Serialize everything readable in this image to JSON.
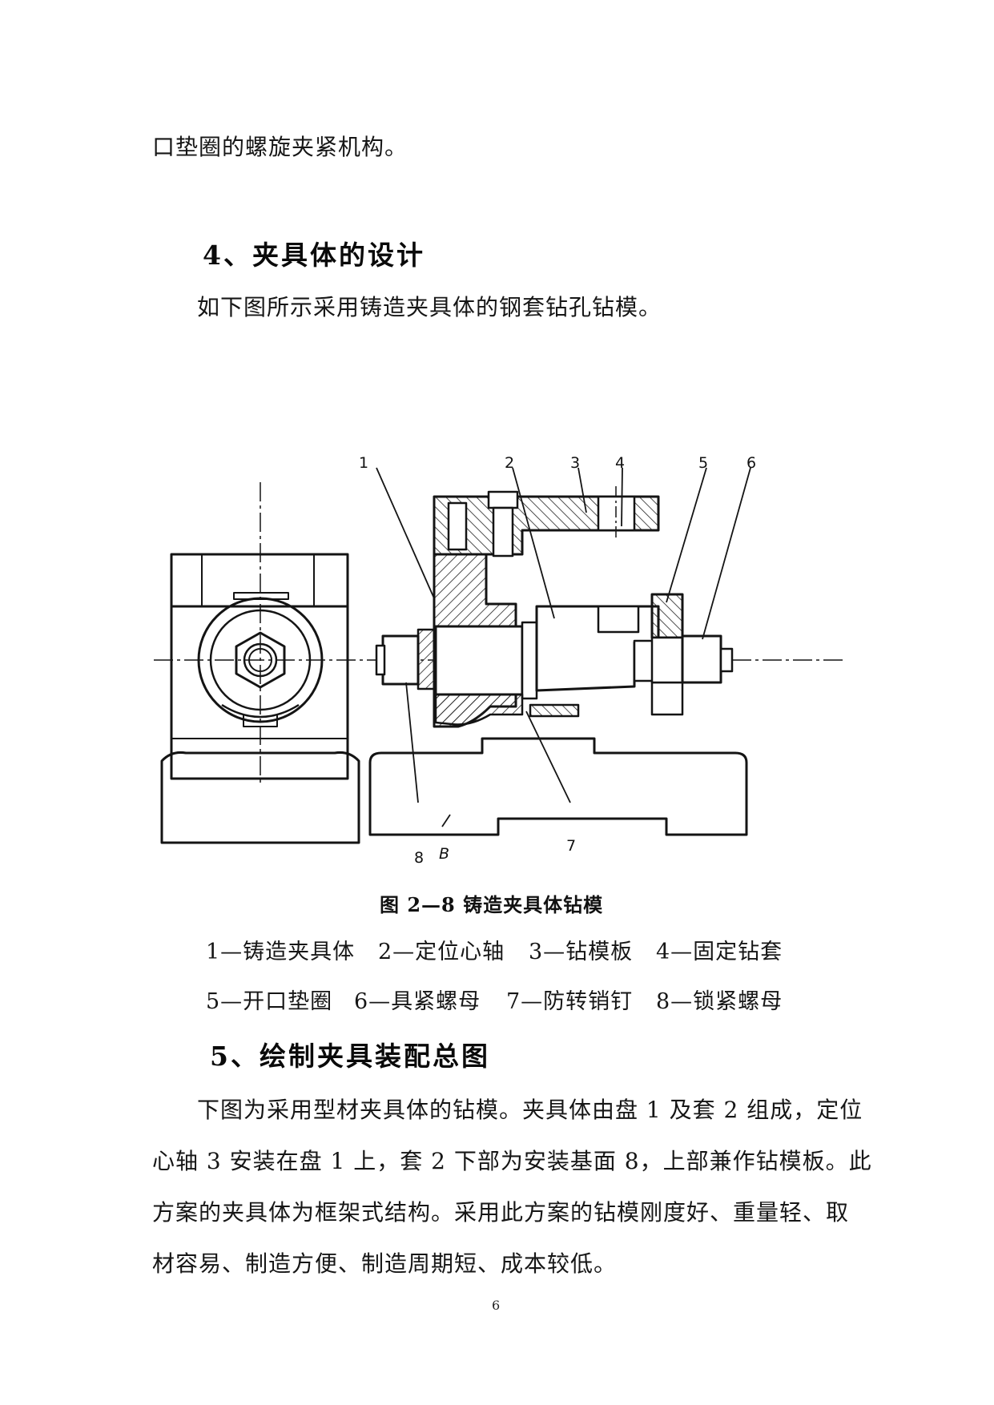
{
  "top_text": "口垫圈的螺旋夹紧机构。",
  "section4": {
    "heading": "4、夹具体的设计",
    "paragraph": "如下图所示采用铸造夹具体的钢套钻孔钻模。"
  },
  "figure": {
    "callouts": [
      "1",
      "2",
      "3",
      "4",
      "5",
      "6",
      "7",
      "8",
      "B"
    ],
    "caption": "图 2—8 铸造夹具体钻模",
    "legend_row1": [
      "1—铸造夹具体",
      "2—定位心轴",
      "3—钻模板",
      "4—固定钻套"
    ],
    "legend_row2": [
      "5—开口垫圈",
      "6—具紧螺母",
      "7—防转销钉",
      "8—锁紧螺母"
    ]
  },
  "section5": {
    "heading": "5、绘制夹具装配总图",
    "lines": [
      "下图为采用型材夹具体的钻模。夹具体由盘 1 及套 2 组成，定位",
      "心轴 3 安装在盘 1 上，套 2 下部为安装基面 8，上部兼作钻模板。此",
      "方案的夹具体为框架式结构。采用此方案的钻模刚度好、重量轻、取",
      "材容易、制造方便、制造周期短、成本较低。"
    ]
  },
  "page_number": "6"
}
